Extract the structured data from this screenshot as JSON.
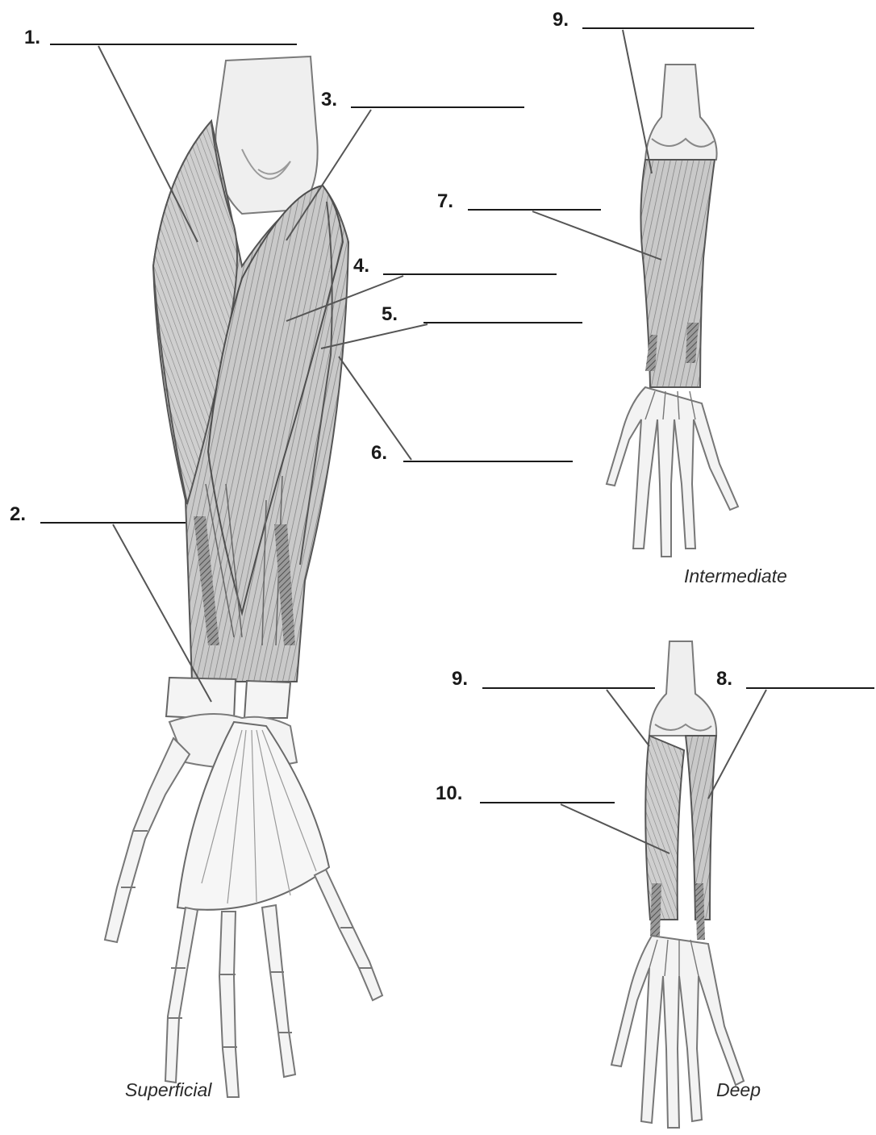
{
  "labels": [
    {
      "id": "1",
      "text": "1."
    },
    {
      "id": "2",
      "text": "2."
    },
    {
      "id": "3",
      "text": "3."
    },
    {
      "id": "4",
      "text": "4."
    },
    {
      "id": "5",
      "text": "5."
    },
    {
      "id": "6",
      "text": "6."
    },
    {
      "id": "7",
      "text": "7."
    },
    {
      "id": "9a",
      "text": "9."
    },
    {
      "id": "9b",
      "text": "9."
    },
    {
      "id": "8",
      "text": "8."
    },
    {
      "id": "10",
      "text": "10."
    }
  ],
  "captions": {
    "superficial": "Superficial",
    "intermediate": "Intermediate",
    "deep": "Deep"
  },
  "colors": {
    "ink": "#1a1a1a",
    "leader": "#555555",
    "muscle": "#b8b8b8",
    "bone": "#f2f2f2"
  }
}
